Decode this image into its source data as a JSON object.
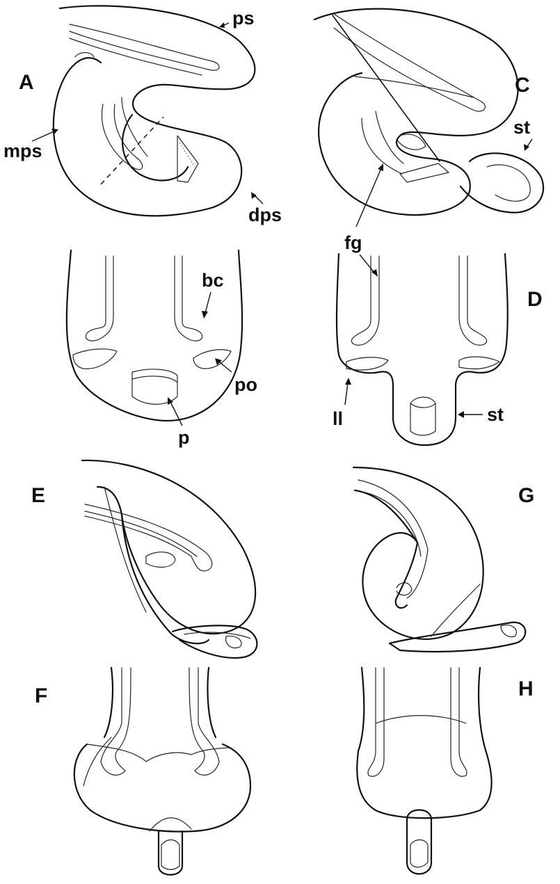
{
  "panels": [
    "A",
    "C",
    "D",
    "E",
    "F",
    "G",
    "H"
  ],
  "labels": {
    "ps": "ps",
    "mps": "mps",
    "dps": "dps",
    "st_c": "st",
    "fg": "fg",
    "bc": "bc",
    "po": "po",
    "p": "p",
    "ll": "ll",
    "st_d": "st"
  },
  "colors": {
    "ink": "#111111",
    "paper": "#ffffff"
  }
}
